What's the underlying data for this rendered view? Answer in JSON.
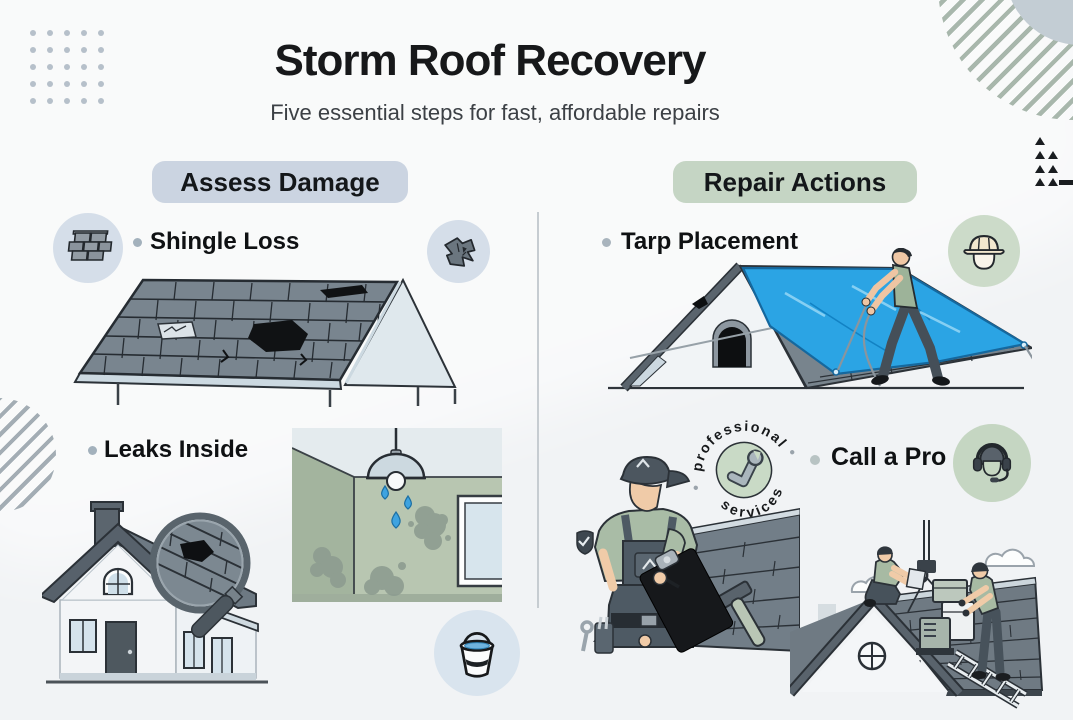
{
  "page": {
    "title": "Storm Roof Recovery",
    "subtitle": "Five essential steps for fast, affordable repairs"
  },
  "sections": {
    "assess": {
      "header": "Assess Damage",
      "badge_color": "#cbd4e1",
      "items": [
        {
          "label": "Shingle Loss"
        },
        {
          "label": "Leaks Inside"
        }
      ]
    },
    "repair": {
      "header": "Repair Actions",
      "badge_color": "#c5d5c4",
      "items": [
        {
          "label": "Tarp Placement"
        },
        {
          "label": "Call a Pro"
        }
      ]
    }
  },
  "stamp": {
    "top_text": "professional",
    "bottom_text": "services"
  },
  "icons": {
    "shingle_patch": "shingle-patch-icon",
    "torn_shingle": "torn-shingle-icon",
    "hard_hat": "hard-hat-icon",
    "headset": "support-headset-icon",
    "bucket": "water-bucket-icon",
    "wrench_check": "wrench-check-icon",
    "magnifier": "magnifier-icon"
  },
  "colors": {
    "background": "#f1f3f5",
    "tarp_blue": "#2ba4e4",
    "roof_gray": "#78848d",
    "circle_blue": "#d5dee9",
    "circle_green": "#ccdbc9",
    "title_text": "#17181a"
  }
}
